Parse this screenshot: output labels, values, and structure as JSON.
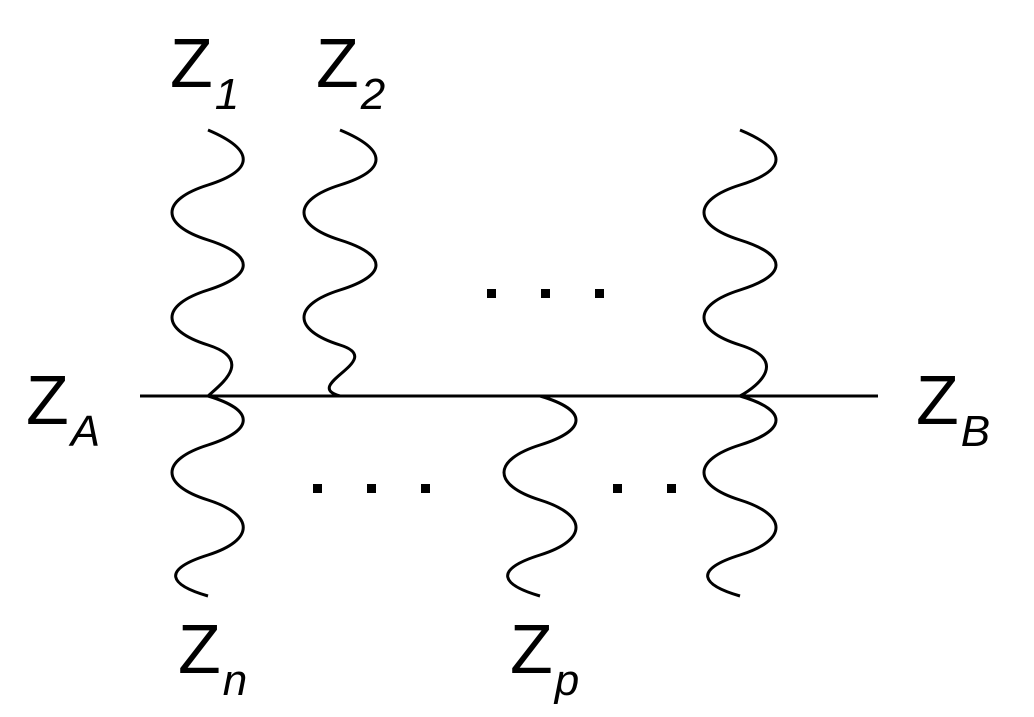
{
  "labels": {
    "z1": {
      "main": "Z",
      "sub": "1"
    },
    "z2": {
      "main": "Z",
      "sub": "2"
    },
    "za": {
      "main": "Z",
      "sub": "A"
    },
    "zb": {
      "main": "Z",
      "sub": "B"
    },
    "zn": {
      "main": "Z",
      "sub": "n"
    },
    "zp": {
      "main": "Z",
      "sub": "p"
    }
  },
  "ellipsis": {
    "top": "...",
    "bottom_left": "...",
    "bottom_right": "..."
  }
}
